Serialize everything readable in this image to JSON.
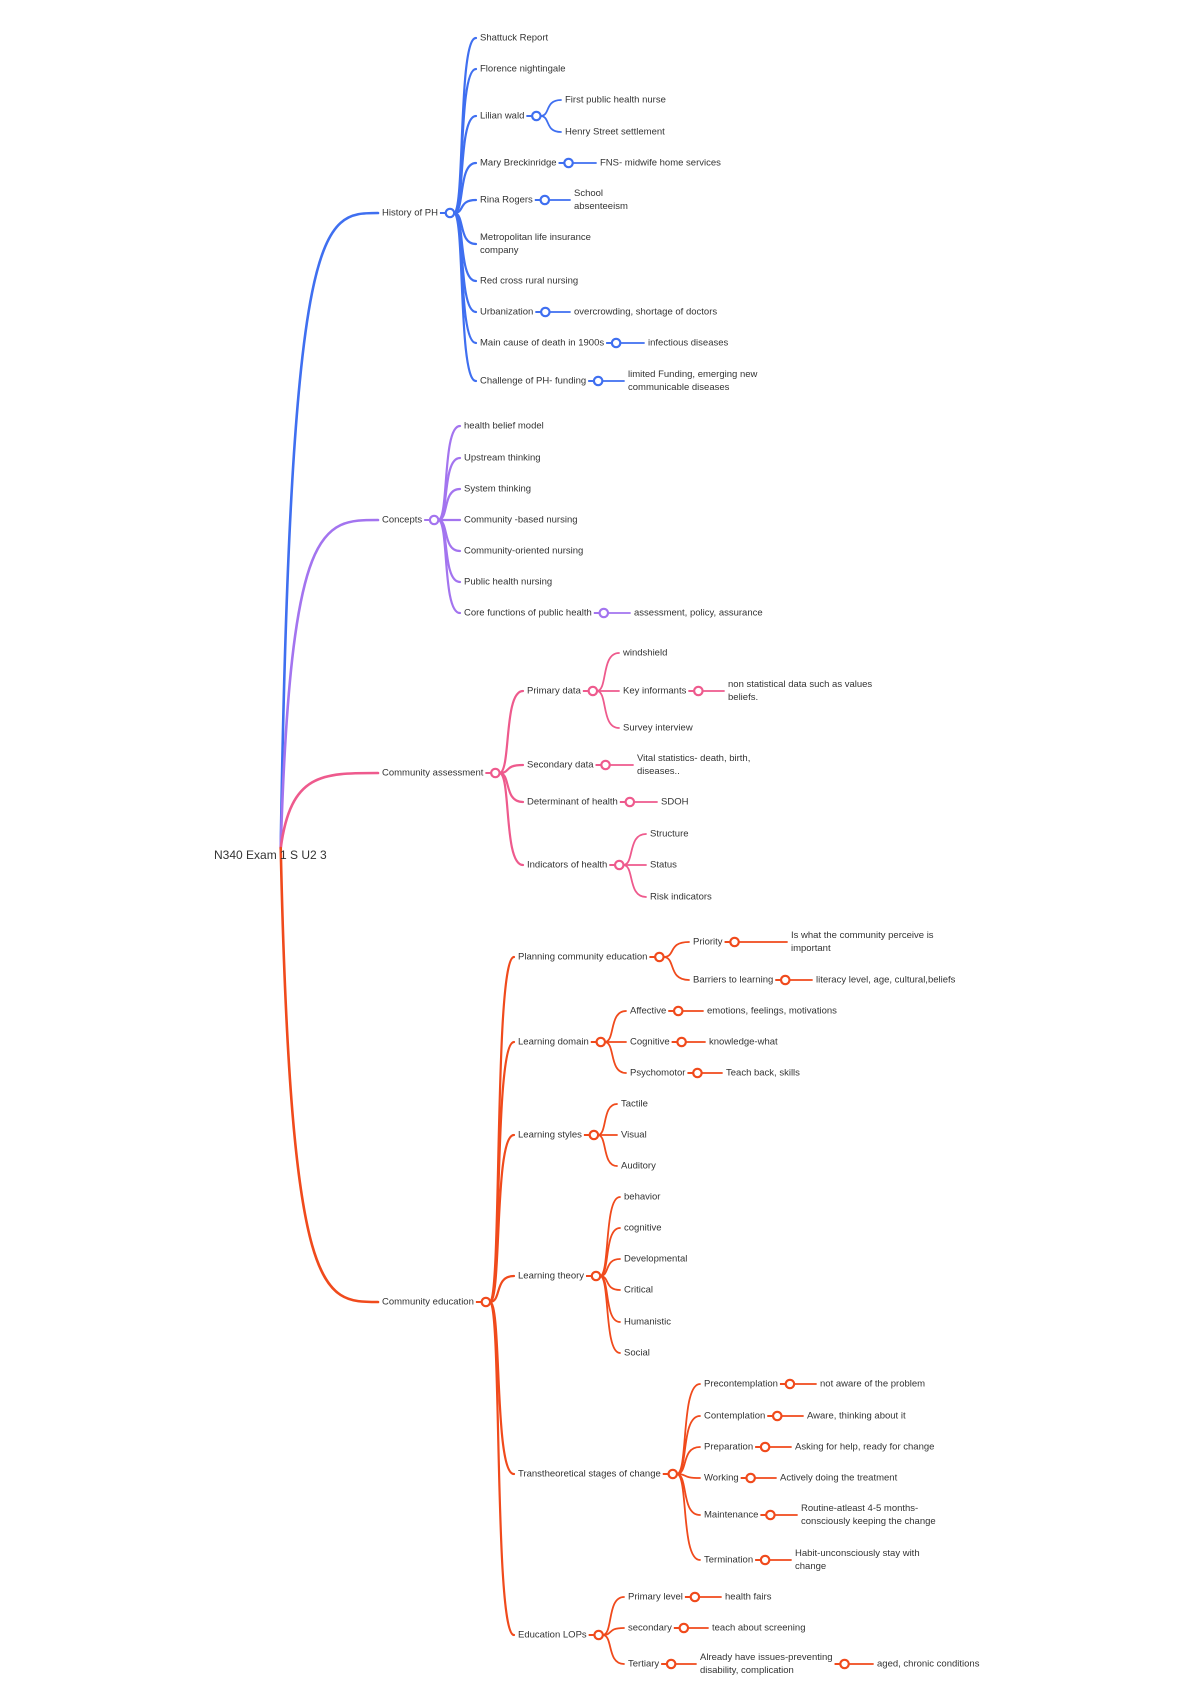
{
  "root": "N340 Exam 1 S U2 3",
  "branches": [
    {
      "label": "History of PH",
      "color": "#3f6ff0",
      "children": [
        {
          "label": "Shattuck Report"
        },
        {
          "label": "Florence nightingale"
        },
        {
          "label": "Lilian wald",
          "children": [
            {
              "label": "First public health nurse"
            },
            {
              "label": "Henry Street settlement"
            }
          ]
        },
        {
          "label": "Mary Breckinridge",
          "children": [
            {
              "label": "FNS- midwife home services"
            }
          ]
        },
        {
          "label": "Rina Rogers",
          "children": [
            {
              "label": [
                "School",
                "absenteeism"
              ]
            }
          ]
        },
        {
          "label": [
            "Metropolitan life insurance",
            "company"
          ]
        },
        {
          "label": "Red cross rural nursing"
        },
        {
          "label": "Urbanization",
          "children": [
            {
              "label": "overcrowding, shortage of doctors"
            }
          ]
        },
        {
          "label": "Main cause of death in 1900s",
          "children": [
            {
              "label": "infectious diseases"
            }
          ]
        },
        {
          "label": "Challenge of PH- funding",
          "children": [
            {
              "label": [
                "limited Funding, emerging new",
                "communicable diseases"
              ]
            }
          ]
        }
      ]
    },
    {
      "label": "Concepts",
      "color": "#a374ef",
      "children": [
        {
          "label": "health belief model"
        },
        {
          "label": "Upstream thinking"
        },
        {
          "label": "System thinking"
        },
        {
          "label": "Community -based nursing"
        },
        {
          "label": "Community-oriented nursing"
        },
        {
          "label": "Public health nursing"
        },
        {
          "label": "Core functions of public health",
          "children": [
            {
              "label": "assessment, policy, assurance"
            }
          ]
        }
      ]
    },
    {
      "label": "Community assessment",
      "color": "#ee5a8d",
      "children": [
        {
          "label": "Primary data",
          "children": [
            {
              "label": "windshield"
            },
            {
              "label": "Key informants",
              "children": [
                {
                  "label": [
                    "non statistical data such as values",
                    "beliefs."
                  ]
                }
              ]
            },
            {
              "label": "Survey interview"
            }
          ]
        },
        {
          "label": "Secondary data",
          "children": [
            {
              "label": [
                "Vital statistics- death, birth,",
                "diseases.."
              ]
            }
          ]
        },
        {
          "label": "Determinant of health",
          "children": [
            {
              "label": "SDOH"
            }
          ]
        },
        {
          "label": "Indicators of health",
          "children": [
            {
              "label": "Structure"
            },
            {
              "label": "Status"
            },
            {
              "label": "Risk indicators"
            }
          ]
        }
      ]
    },
    {
      "label": "Community education",
      "color": "#f04a1c",
      "children": [
        {
          "label": "Planning community education",
          "children": [
            {
              "label": "Priority",
              "children": [
                {
                  "label": [
                    "Is what the community perceive is",
                    "important"
                  ]
                }
              ]
            },
            {
              "label": "Barriers to learning",
              "children": [
                {
                  "label": "literacy level, age, cultural,beliefs"
                }
              ]
            }
          ]
        },
        {
          "label": "Learning domain",
          "children": [
            {
              "label": "Affective",
              "children": [
                {
                  "label": "emotions, feelings, motivations"
                }
              ]
            },
            {
              "label": "Cognitive",
              "children": [
                {
                  "label": "knowledge-what"
                }
              ]
            },
            {
              "label": "Psychomotor",
              "children": [
                {
                  "label": "Teach back, skills"
                }
              ]
            }
          ]
        },
        {
          "label": "Learning styles",
          "children": [
            {
              "label": "Tactile"
            },
            {
              "label": "Visual"
            },
            {
              "label": "Auditory"
            }
          ]
        },
        {
          "label": "Learning theory",
          "children": [
            {
              "label": "behavior"
            },
            {
              "label": "cognitive"
            },
            {
              "label": "Developmental"
            },
            {
              "label": "Critical"
            },
            {
              "label": "Humanistic"
            },
            {
              "label": "Social"
            }
          ]
        },
        {
          "label": "Transtheoretical stages of change",
          "children": [
            {
              "label": "Precontemplation",
              "children": [
                {
                  "label": "not aware of the problem"
                }
              ]
            },
            {
              "label": "Contemplation",
              "children": [
                {
                  "label": "Aware, thinking about it"
                }
              ]
            },
            {
              "label": "Preparation",
              "children": [
                {
                  "label": "Asking for help, ready for change"
                }
              ]
            },
            {
              "label": "Working",
              "children": [
                {
                  "label": "Actively doing the treatment"
                }
              ]
            },
            {
              "label": "Maintenance",
              "children": [
                {
                  "label": [
                    "Routine-atleast 4-5 months-",
                    "consciously keeping the change"
                  ]
                }
              ]
            },
            {
              "label": "Termination",
              "children": [
                {
                  "label": [
                    "Habit-unconsciously stay with",
                    "change"
                  ]
                }
              ]
            }
          ]
        },
        {
          "label": "Education LOPs",
          "children": [
            {
              "label": "Primary level",
              "children": [
                {
                  "label": "health fairs"
                }
              ]
            },
            {
              "label": "secondary",
              "children": [
                {
                  "label": "teach about screening"
                }
              ]
            },
            {
              "label": "Tertiary",
              "children": [
                {
                  "label": [
                    "Already have issues-preventing",
                    "disability, complication"
                  ],
                  "children": [
                    {
                      "label": "aged, chronic conditions"
                    }
                  ]
                }
              ]
            }
          ]
        }
      ]
    }
  ]
}
